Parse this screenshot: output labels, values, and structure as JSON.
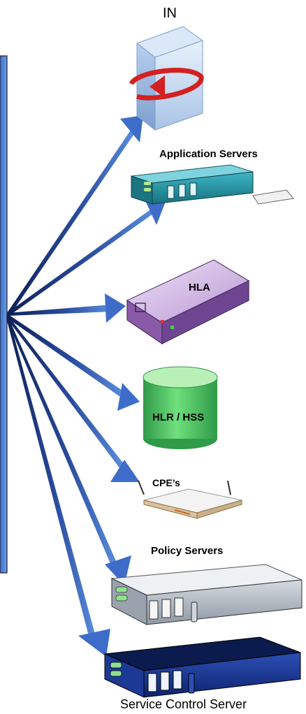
{
  "labels": {
    "in": "IN",
    "application_servers": "Application Servers",
    "hla": "HLA",
    "hlr_hss": "HLR / HSS",
    "cpes": "CPE’s",
    "policy_servers": "Policy Servers",
    "service_control_server": "Service Control Server"
  }
}
